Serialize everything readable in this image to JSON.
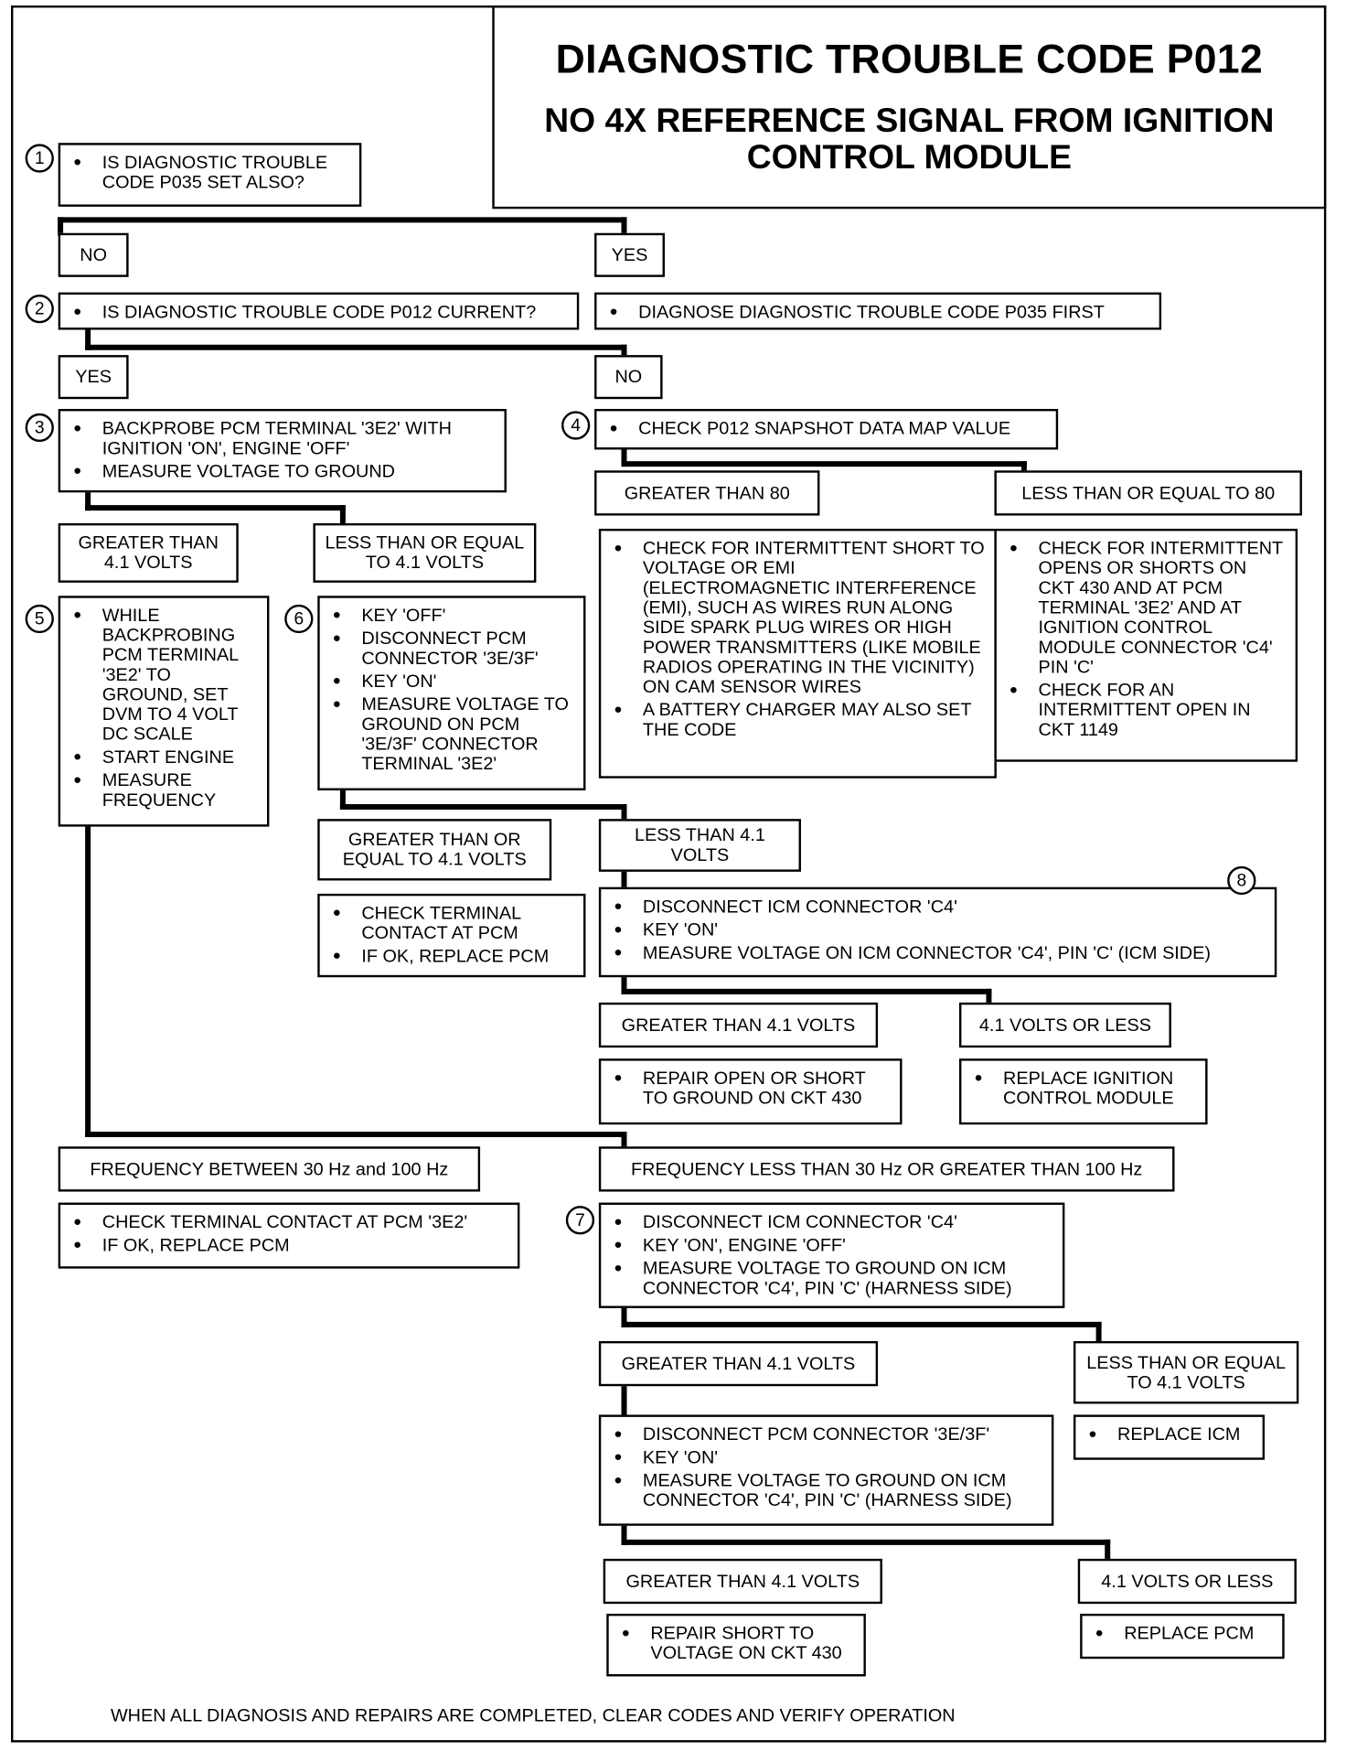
{
  "title": "DIAGNOSTIC TROUBLE CODE P012",
  "subtitle": "NO 4X REFERENCE SIGNAL FROM IGNITION CONTROL MODULE",
  "footer": "WHEN ALL DIAGNOSIS AND REPAIRS ARE COMPLETED, CLEAR CODES AND VERIFY OPERATION",
  "steps": {
    "s1": {
      "num": "1",
      "items": [
        "IS DIAGNOSTIC TROUBLE CODE P035 SET ALSO?"
      ]
    },
    "s2": {
      "num": "2",
      "items": [
        "IS DIAGNOSTIC TROUBLE CODE P012 CURRENT?"
      ]
    },
    "s3": {
      "num": "3",
      "items": [
        "BACKPROBE PCM TERMINAL '3E2' WITH IGNITION 'ON', ENGINE 'OFF'",
        "MEASURE VOLTAGE TO GROUND"
      ]
    },
    "s4": {
      "num": "4",
      "items": [
        "CHECK P012 SNAPSHOT DATA MAP VALUE"
      ]
    },
    "s5": {
      "num": "5",
      "items": [
        "WHILE BACKPROBING PCM TERMINAL '3E2' TO GROUND, SET DVM TO 4 VOLT DC SCALE",
        "START ENGINE",
        "MEASURE FREQUENCY"
      ]
    },
    "s6": {
      "num": "6",
      "items": [
        "KEY 'OFF'",
        "DISCONNECT PCM CONNECTOR '3E/3F'",
        "KEY 'ON'",
        "MEASURE VOLTAGE TO GROUND ON PCM '3E/3F' CONNECTOR TERMINAL '3E2'"
      ]
    },
    "s7": {
      "num": "7",
      "items": [
        "DISCONNECT ICM CONNECTOR 'C4'",
        "KEY 'ON', ENGINE 'OFF'",
        "MEASURE VOLTAGE TO GROUND ON ICM CONNECTOR 'C4', PIN 'C' (HARNESS SIDE)"
      ]
    },
    "s8": {
      "num": "8",
      "items": [
        "DISCONNECT ICM CONNECTOR 'C4'",
        "KEY 'ON'",
        "MEASURE VOLTAGE ON ICM CONNECTOR 'C4', PIN 'C' (ICM SIDE)"
      ]
    },
    "s7b": {
      "items": [
        "DISCONNECT PCM CONNECTOR '3E/3F'",
        "KEY 'ON'",
        "MEASURE VOLTAGE TO GROUND ON ICM CONNECTOR 'C4', PIN 'C' (HARNESS SIDE)"
      ]
    }
  },
  "actions": {
    "diagnose_p035": [
      "DIAGNOSE DIAGNOSTIC TROUBLE CODE P035 FIRST"
    ],
    "map_gt80": [
      "CHECK FOR INTERMITTENT SHORT TO VOLTAGE OR EMI (ELECTROMAGNETIC INTERFERENCE (EMI), SUCH AS WIRES RUN ALONG SIDE SPARK PLUG WIRES OR HIGH POWER TRANSMITTERS (LIKE MOBILE RADIOS OPERATING IN THE VICINITY) ON CAM SENSOR WIRES",
      "A BATTERY CHARGER MAY ALSO SET THE CODE"
    ],
    "map_le80": [
      "CHECK FOR INTERMITTENT OPENS OR SHORTS ON CKT 430 AND AT PCM TERMINAL '3E2' AND AT IGNITION CONTROL MODULE CONNECTOR 'C4' PIN 'C'",
      "CHECK FOR AN INTERMITTENT OPEN IN CKT 1149"
    ],
    "check_terminal": [
      "CHECK TERMINAL CONTACT AT PCM",
      "IF OK, REPLACE PCM"
    ],
    "repair_open_short": [
      "REPAIR OPEN OR SHORT TO GROUND ON CKT 430"
    ],
    "replace_icm_module": [
      "REPLACE IGNITION CONTROL MODULE"
    ],
    "freq_ok_action": [
      "CHECK TERMINAL CONTACT AT PCM '3E2'",
      "IF OK, REPLACE PCM"
    ],
    "replace_icm": [
      "REPLACE ICM"
    ],
    "repair_short_voltage": [
      "REPAIR SHORT TO VOLTAGE ON CKT 430"
    ],
    "replace_pcm": [
      "REPLACE PCM"
    ]
  },
  "labels": {
    "no1": "NO",
    "yes1": "YES",
    "yes2": "YES",
    "no2": "NO",
    "s3_gt": "GREATER THAN 4.1 VOLTS",
    "s3_le": "LESS THAN OR EQUAL TO 4.1 VOLTS",
    "s4_gt": "GREATER THAN 80",
    "s4_le": "LESS THAN OR EQUAL TO 80",
    "s6_ge": "GREATER THAN OR EQUAL TO 4.1 VOLTS",
    "s6_lt": "LESS THAN 4.1 VOLTS",
    "s8_gt": "GREATER THAN 4.1 VOLTS",
    "s8_le": "4.1 VOLTS OR LESS",
    "freq_ok": "FREQUENCY BETWEEN 30 Hz and 100 Hz",
    "freq_bad": "FREQUENCY LESS THAN 30 Hz OR GREATER THAN 100 Hz",
    "s7_gt": "GREATER THAN 4.1 VOLTS",
    "s7_le": "LESS THAN OR EQUAL TO 4.1 VOLTS",
    "s7b_gt": "GREATER THAN 4.1 VOLTS",
    "s7b_le": "4.1 VOLTS OR LESS"
  }
}
